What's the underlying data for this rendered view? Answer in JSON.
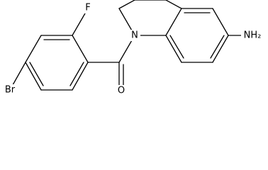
{
  "molecule": {
    "labels": {
      "F": "F",
      "Br": "Br",
      "O": "O",
      "N": "N",
      "NH2": "NH₂"
    }
  }
}
